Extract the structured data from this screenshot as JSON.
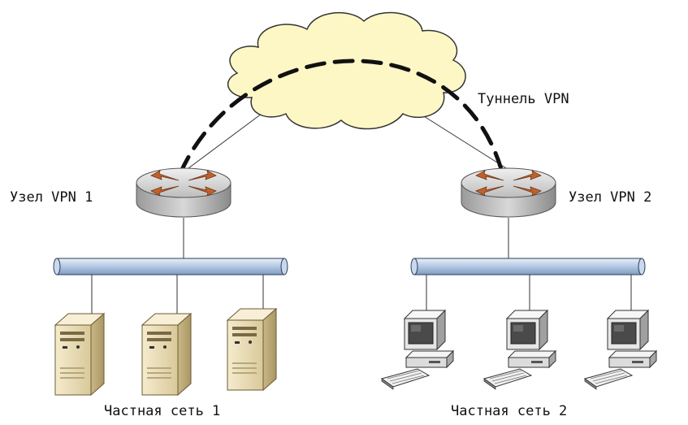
{
  "labels": {
    "tunnel": "Туннель VPN",
    "node1": "Узел VPN 1",
    "node2": "Узел VPN 2",
    "network1": "Частная сеть 1",
    "network2": "Частная сеть 2"
  },
  "colors": {
    "cloud_fill": "#fdf7c6",
    "cloud_stroke": "#333333",
    "router_fill": "#c8c8c8",
    "router_arrow": "#c0622d",
    "bus_fill": "#b9cde4",
    "server_fill": "#ece0b8",
    "pc_fill": "#f0f0f0"
  },
  "icons": {
    "cloud": "internet-cloud-icon",
    "router": "router-icon",
    "server": "server-tower-icon",
    "workstation": "desktop-computer-icon"
  },
  "diagram": {
    "network1_servers": 3,
    "network2_workstations": 3
  }
}
